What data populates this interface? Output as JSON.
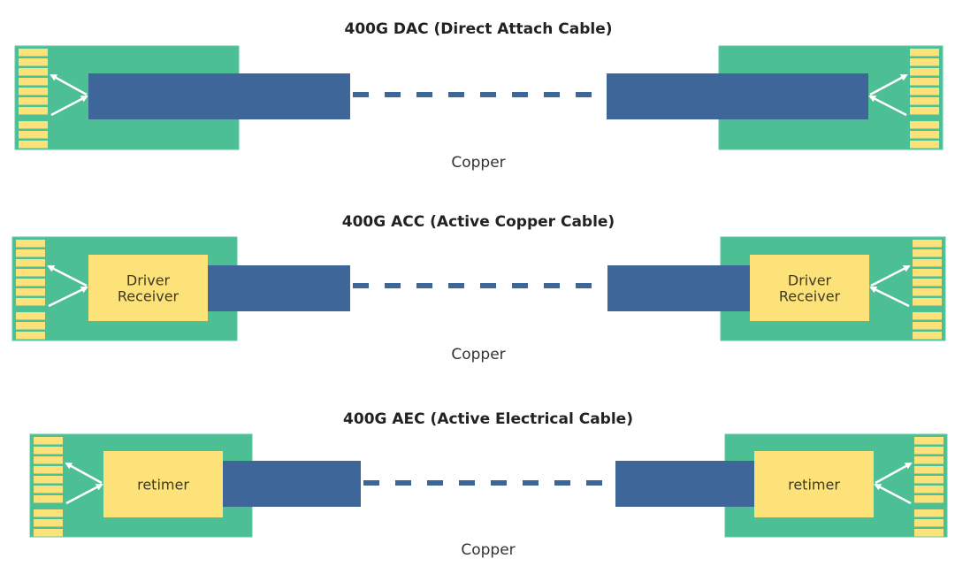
{
  "colors": {
    "board": "#4dbf95",
    "board_edge": "#5fcaa0",
    "pin": "#fde27a",
    "cable": "#3f6699",
    "chip": "#fde27a",
    "arrow": "#ffffff",
    "text": "#222222"
  },
  "diagrams": [
    {
      "id": "dac",
      "title": "400G DAC (Direct Attach Cable)",
      "medium_label": "Copper",
      "chip_label": null,
      "pin_count": 10
    },
    {
      "id": "acc",
      "title": "400G ACC (Active Copper Cable)",
      "medium_label": "Copper",
      "chip_label": [
        "Driver",
        "Receiver"
      ],
      "pin_count": 10
    },
    {
      "id": "aec",
      "title": "400G AEC (Active Electrical Cable)",
      "medium_label": "Copper",
      "chip_label": [
        "retimer"
      ],
      "pin_count": 10
    }
  ]
}
